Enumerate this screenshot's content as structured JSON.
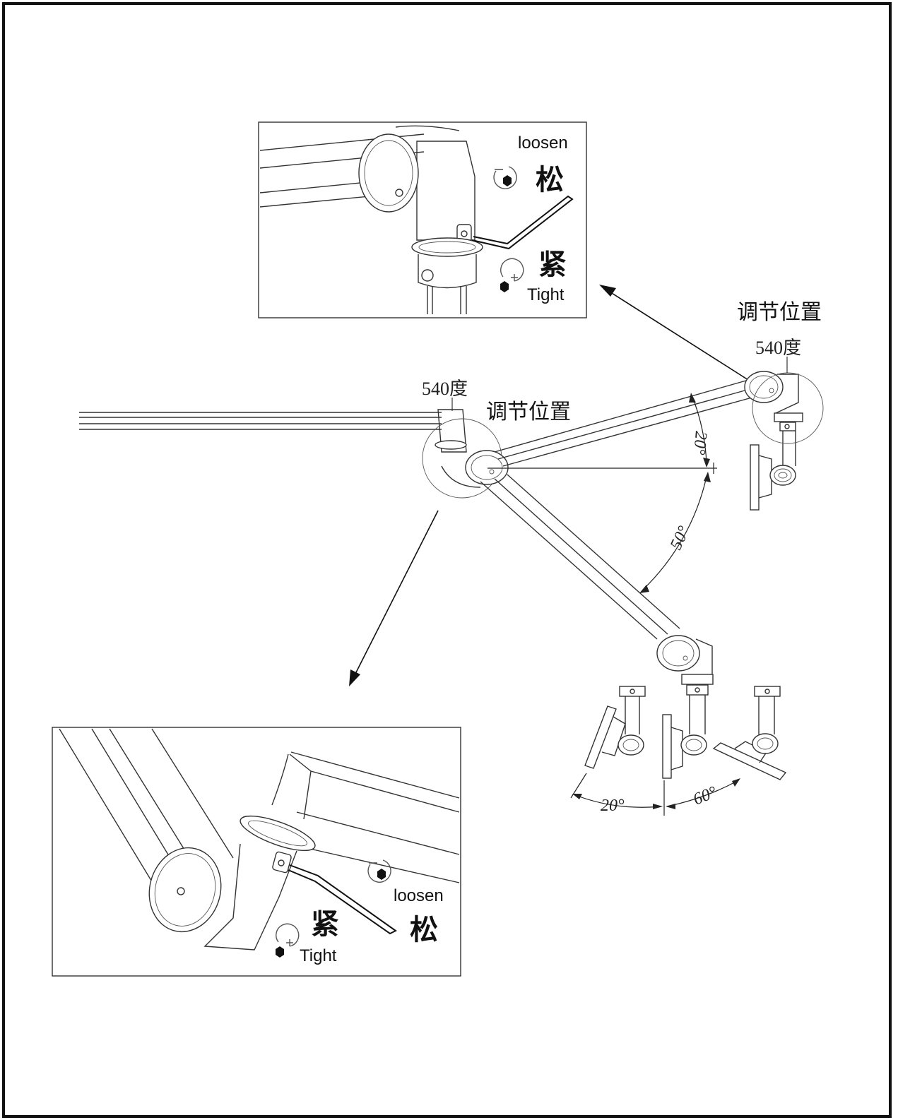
{
  "labels": {
    "adjust_position": "调节位置",
    "rotation_range": "540度",
    "loosen_en": "loosen",
    "loosen_cn": "松",
    "tight_en": "Tight",
    "tight_cn": "紧"
  },
  "angles": {
    "upper_arm": "20°",
    "lower_arm": "50°",
    "tilt_left": "20°",
    "tilt_right": "60°"
  },
  "icons": {
    "loosen": "counterclockwise-hex-bolt-icon",
    "tight": "clockwise-hex-bolt-icon"
  }
}
